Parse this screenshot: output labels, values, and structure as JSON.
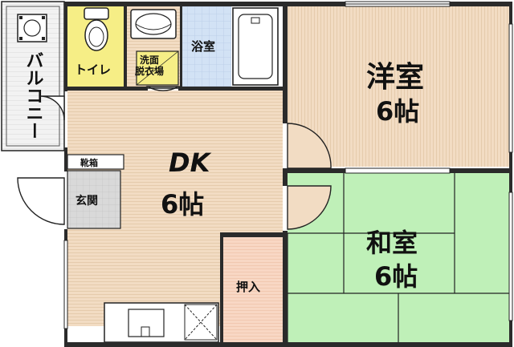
{
  "rooms": {
    "balcony": "バルコニー",
    "toilet": "トイレ",
    "washroom_line1": "洗面",
    "washroom_line2": "脱衣場",
    "bath": "浴室",
    "western_name": "洋室",
    "western_size": "6帖",
    "dk_name": "DK",
    "dk_size": "6帖",
    "shoe_box": "靴箱",
    "entrance": "玄関",
    "closet": "押入",
    "japanese_name": "和室",
    "japanese_size": "6帖"
  },
  "colors": {
    "wood_floor": "#f2dcc3",
    "toilet_floor": "#f6ee86",
    "bath_floor": "#d2e2f5",
    "tatami": "#bff0b8",
    "closet": "#f8d7c4",
    "grey_floor": "#d9d9d9",
    "wall": "#2b2b2b"
  }
}
